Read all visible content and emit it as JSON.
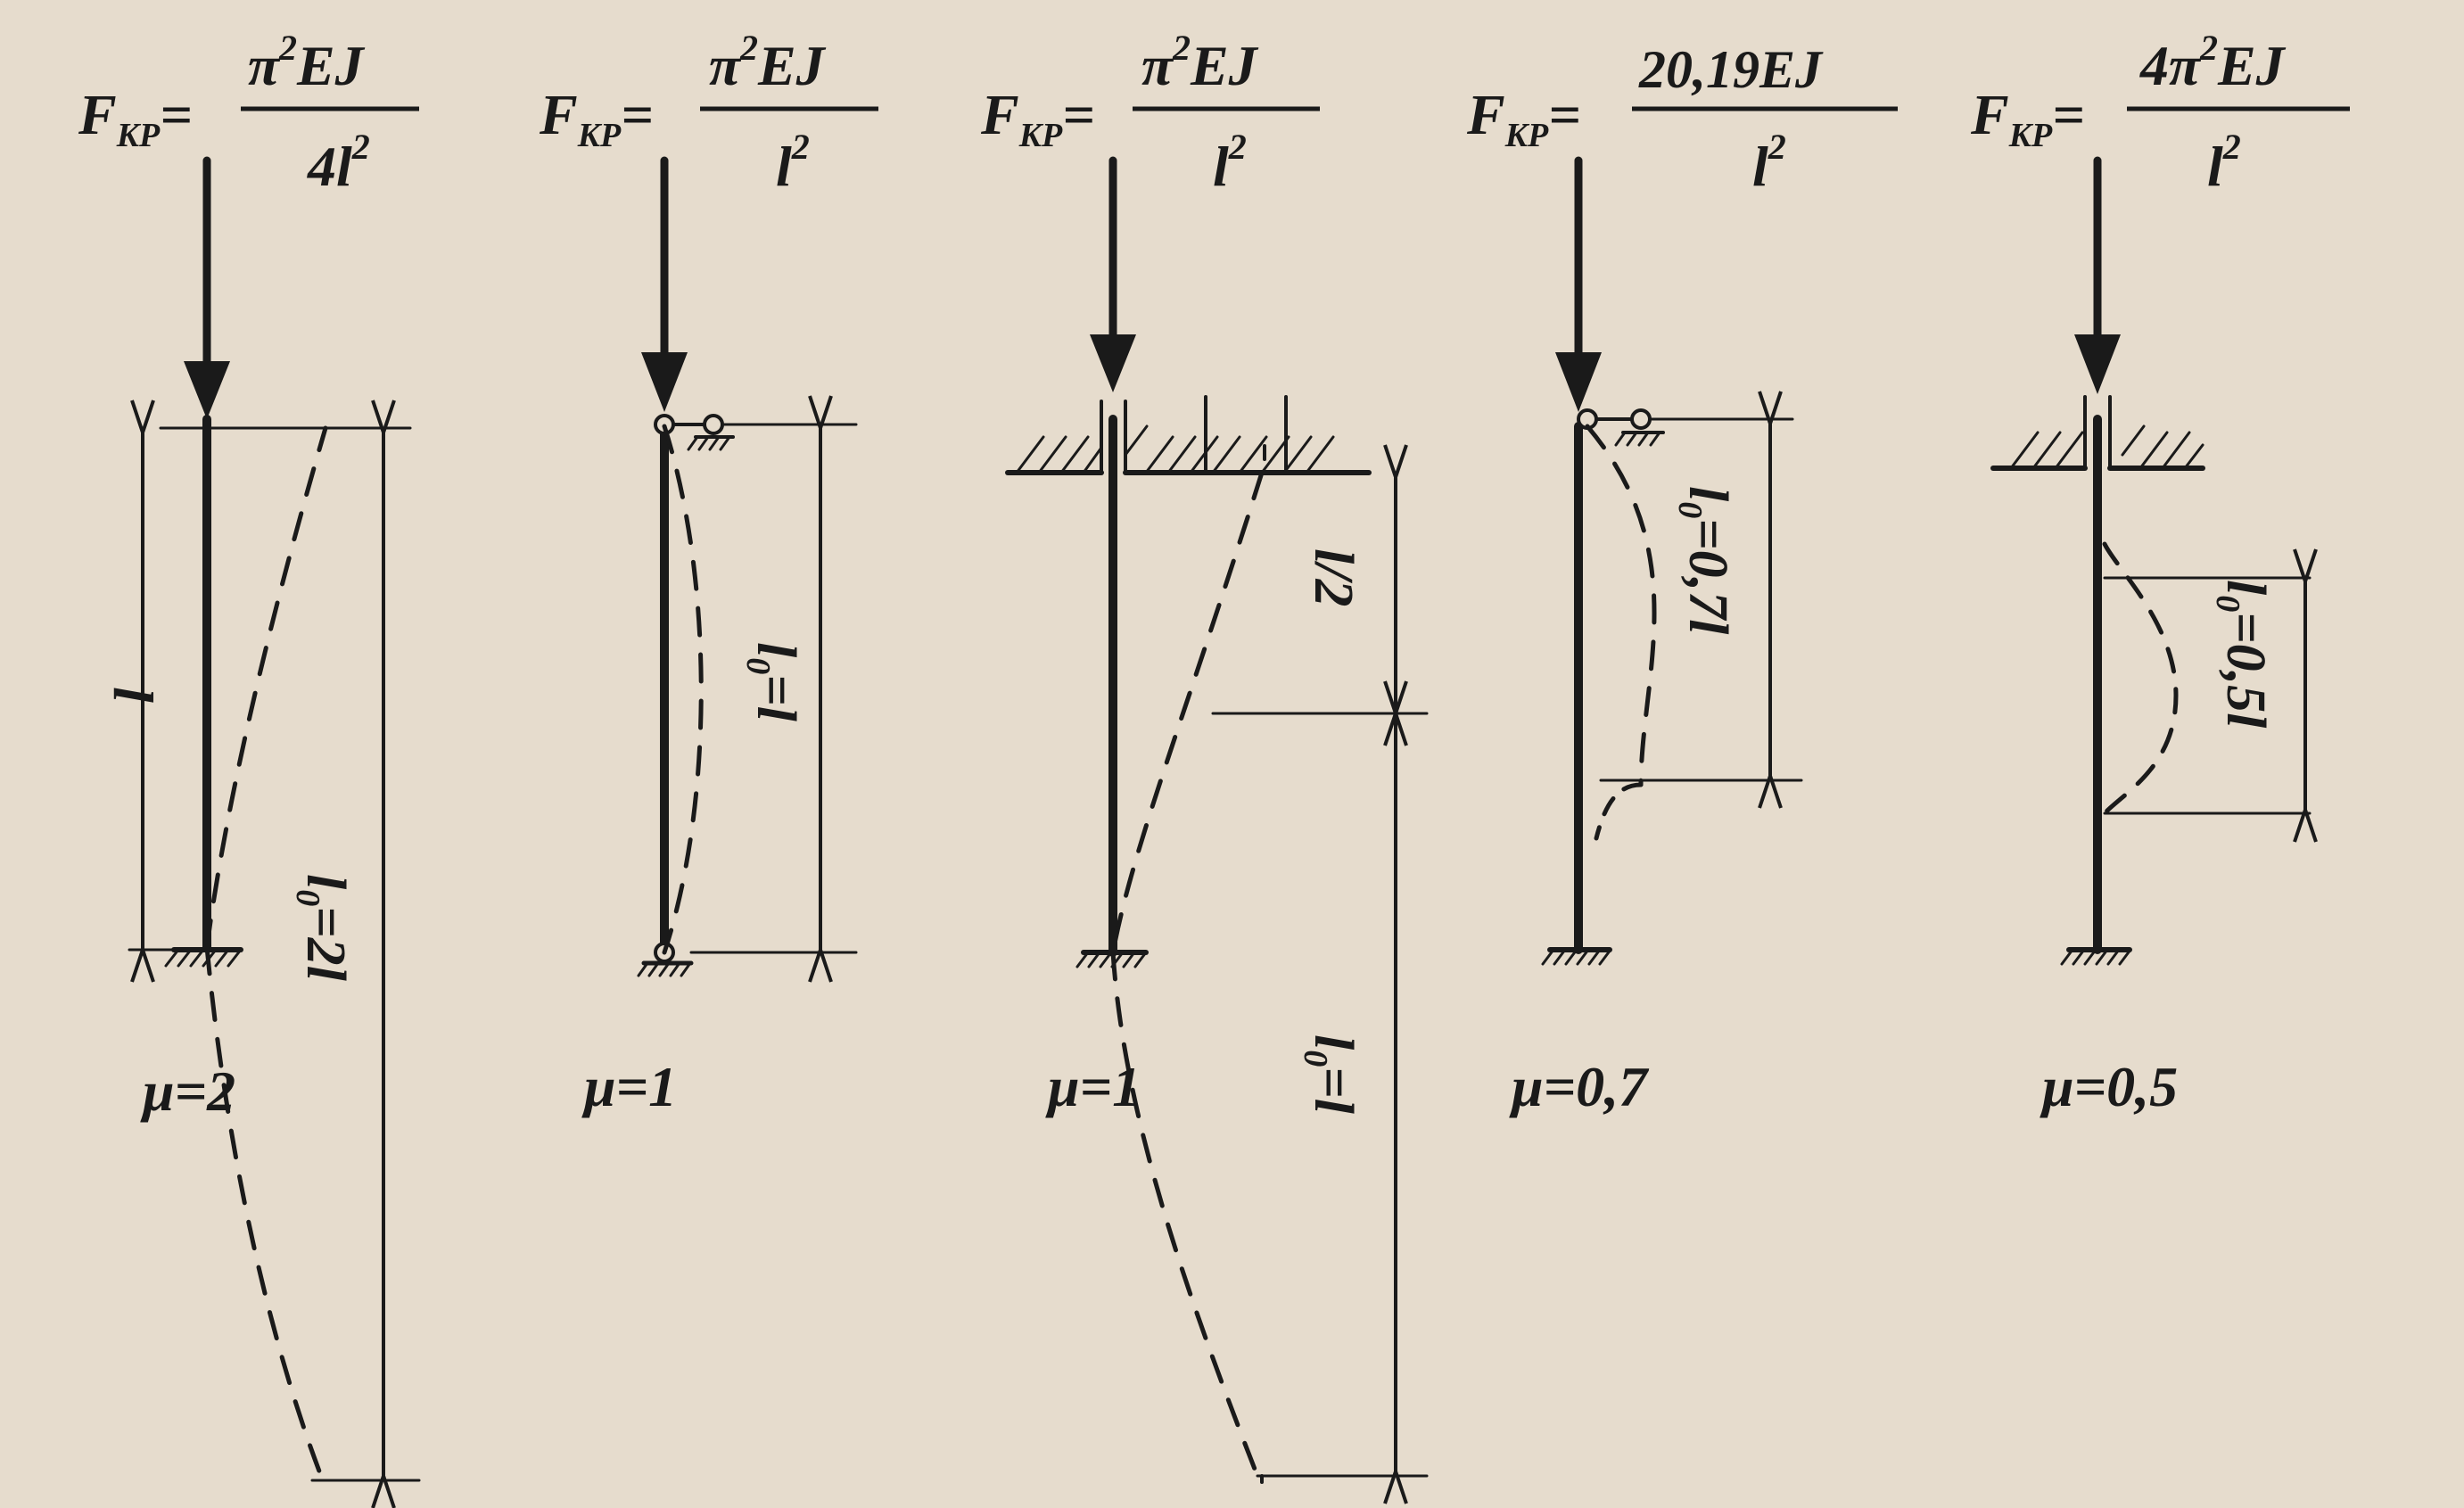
{
  "columns": [
    {
      "id": "cantilever",
      "formula": {
        "lhs": "F",
        "lhs_sub": "KP",
        "eq": "=",
        "num_a": "π",
        "num_sup": "2",
        "num_b": "EJ",
        "den_a": "4l",
        "den_sup": "2"
      },
      "mu": "μ=2",
      "length_label": "l",
      "effective_label": {
        "base": "l",
        "sub": "0",
        "rest": "=2l"
      }
    },
    {
      "id": "pinned-pinned",
      "formula": {
        "lhs": "F",
        "lhs_sub": "KP",
        "eq": "=",
        "num_a": "π",
        "num_sup": "2",
        "num_b": "EJ",
        "den_a": "l",
        "den_sup": "2"
      },
      "mu": "μ=1",
      "effective_label": {
        "base": "l",
        "sub": "0",
        "rest": "=l"
      }
    },
    {
      "id": "fixed-fixed-sliding",
      "formula": {
        "lhs": "F",
        "lhs_sub": "KP",
        "eq": "=",
        "num_a": "π",
        "num_sup": "2",
        "num_b": "EJ",
        "den_a": "l",
        "den_sup": "2"
      },
      "mu": "μ=1",
      "half_label": "l/2",
      "effective_label": {
        "base": "l",
        "sub": "0",
        "rest": "=l"
      }
    },
    {
      "id": "fixed-pinned",
      "formula": {
        "lhs": "F",
        "lhs_sub": "KP",
        "eq": "=",
        "num_a": "20,19EJ",
        "num_sup": "",
        "num_b": "",
        "den_a": "l",
        "den_sup": "2"
      },
      "mu": "μ=0,7",
      "effective_label": {
        "base": "l",
        "sub": "0",
        "rest": "=0,7l"
      }
    },
    {
      "id": "fixed-fixed",
      "formula": {
        "lhs": "F",
        "lhs_sub": "KP",
        "eq": "=",
        "num_a": "4π",
        "num_sup": "2",
        "num_b": "EJ",
        "den_a": "l",
        "den_sup": "2"
      },
      "mu": "μ=0,5",
      "effective_label": {
        "base": "l",
        "sub": "0",
        "rest": "=0,5l"
      }
    }
  ],
  "colors": {
    "ink": "#1a1a1a",
    "paper": "#e6dccd"
  }
}
